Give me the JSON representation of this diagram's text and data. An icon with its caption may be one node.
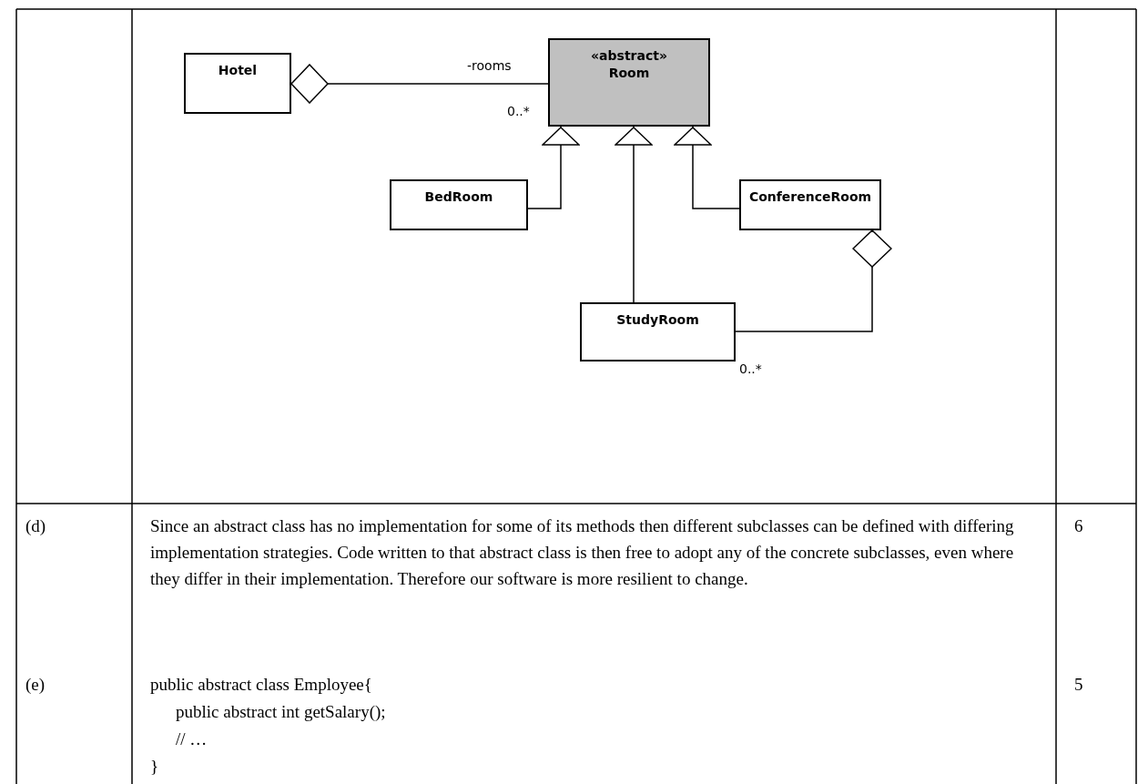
{
  "diagram": {
    "nodes": [
      {
        "text": [
          "Hotel"
        ]
      },
      {
        "text": [
          "«abstract»",
          "Room"
        ]
      },
      {
        "text": [
          "BedRoom"
        ]
      },
      {
        "text": [
          "ConferenceRoom"
        ]
      },
      {
        "text": [
          "StudyRoom"
        ]
      }
    ],
    "edges": [
      {
        "from": 0,
        "to": 1,
        "arrow": "other"
      },
      {
        "from": 2,
        "to": 1,
        "arrow": "to"
      },
      {
        "from": 4,
        "to": 1,
        "arrow": "to"
      },
      {
        "from": 3,
        "to": 1,
        "arrow": "to"
      },
      {
        "from": 3,
        "to": 4,
        "arrow": "other"
      }
    ],
    "labels": [
      "-rooms",
      "0..*",
      "0..*",
      "(d)",
      "Since an abstract class has no implementation for some of its methods then different subclasses can be defined with differing implementation strategies. Code written to that abstract class is then free to adopt any of the concrete subclasses, even where they differ in their implementation. Therefore our software is more resilient to change.",
      "6",
      "(e)",
      "public abstract class Employee{",
      "public abstract int getSalary();",
      "// …",
      "}",
      "5"
    ]
  }
}
